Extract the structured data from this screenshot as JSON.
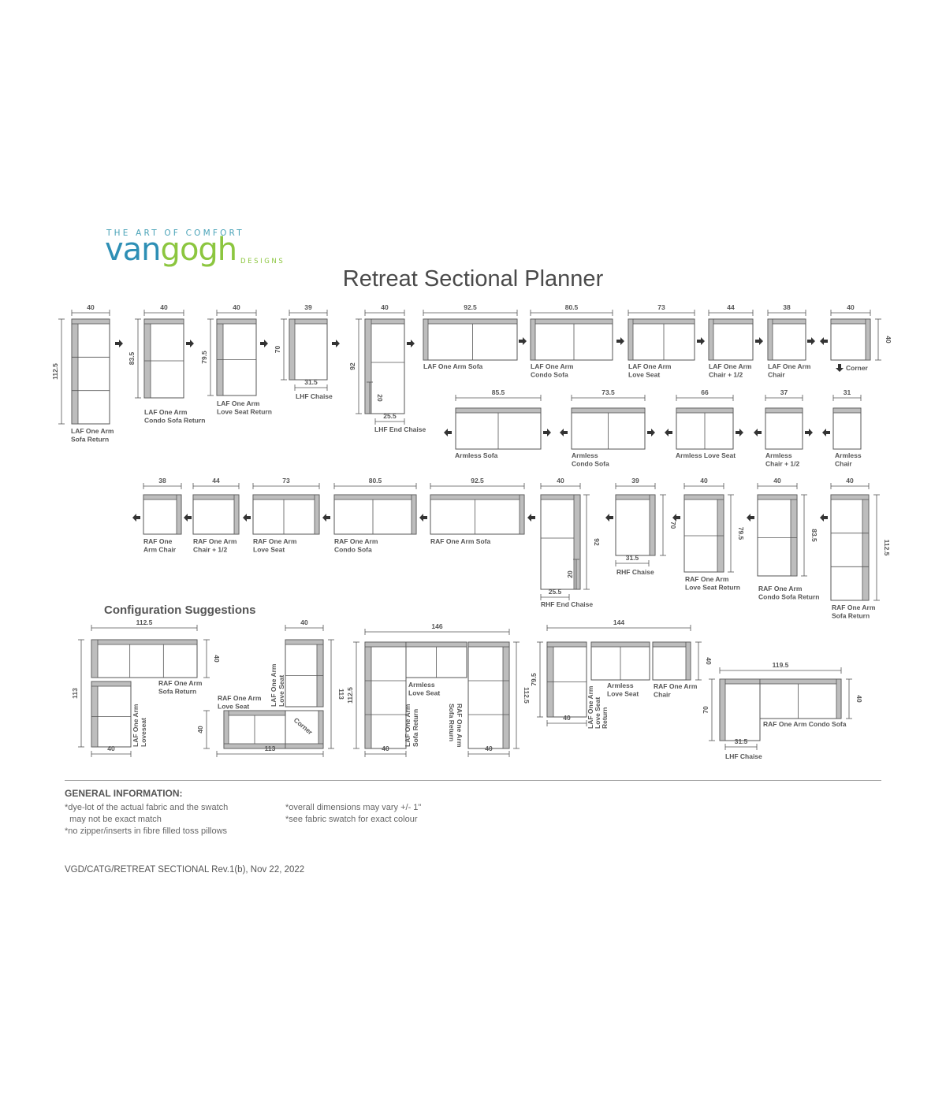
{
  "brand": {
    "tagline": "THE ART OF COMFORT",
    "name_part1": "van",
    "name_part2": "gogh",
    "sub": "DESIGNS",
    "colors": {
      "van": "#2e8fb5",
      "gogh": "#8cc63f",
      "tagline": "#4aa3b8"
    }
  },
  "page_title": "Retreat Sectional Planner",
  "config_title": "Configuration Suggestions",
  "pieces_row1": [
    {
      "name": "LAF One Arm Sofa Return",
      "width": "40",
      "depth": "112.5"
    },
    {
      "name": "LAF One Arm Condo Sofa Return",
      "width": "40",
      "depth": "83.5"
    },
    {
      "name": "LAF One Arm Love Seat Return",
      "width": "40",
      "depth": "79.5"
    },
    {
      "name": "LHF Chaise",
      "width": "39",
      "depth": "70",
      "seat": "31.5"
    },
    {
      "name": "LHF End Chaise",
      "width": "40",
      "depth": "92",
      "seat": "25.5",
      "inner": "20"
    },
    {
      "name": "LAF One Arm Sofa",
      "width": "92.5"
    },
    {
      "name": "LAF One Arm Condo Sofa",
      "width": "80.5"
    },
    {
      "name": "LAF One Arm Love Seat",
      "width": "73"
    },
    {
      "name": "LAF One Arm Chair + 1/2",
      "width": "44"
    },
    {
      "name": "LAF One Arm Chair",
      "width": "38"
    },
    {
      "name": "Corner",
      "width": "40",
      "depth": "40"
    }
  ],
  "pieces_armless": [
    {
      "name": "Armless Sofa",
      "width": "85.5"
    },
    {
      "name": "Armless Condo Sofa",
      "width": "73.5"
    },
    {
      "name": "Armless Love Seat",
      "width": "66"
    },
    {
      "name": "Armless Chair + 1/2",
      "width": "37"
    },
    {
      "name": "Armless Chair",
      "width": "31"
    }
  ],
  "pieces_raf": [
    {
      "name": "RAF One Arm Chair",
      "width": "38"
    },
    {
      "name": "RAF One Arm Chair + 1/2",
      "width": "44"
    },
    {
      "name": "RAF One Arm Love Seat",
      "width": "73"
    },
    {
      "name": "RAF One Arm Condo Sofa",
      "width": "80.5"
    },
    {
      "name": "RAF One Arm Sofa",
      "width": "92.5"
    },
    {
      "name": "RHF End Chaise",
      "width": "40",
      "depth": "92",
      "seat": "25.5",
      "inner": "20"
    },
    {
      "name": "RHF Chaise",
      "width": "39",
      "depth": "70",
      "seat": "31.5"
    },
    {
      "name": "RAF One Arm Love Seat Return",
      "width": "40",
      "depth": "79.5"
    },
    {
      "name": "RAF One Arm Condo Sofa Return",
      "width": "40",
      "depth": "83.5"
    },
    {
      "name": "RAF One Arm Sofa Return",
      "width": "40",
      "depth": "112.5"
    }
  ],
  "configs": [
    {
      "dims": [
        "112.5",
        "40",
        "113",
        "40"
      ],
      "labels": [
        "RAF One Arm Sofa Return",
        "LAF One Arm Loveseat"
      ]
    },
    {
      "dims": [
        "40",
        "113",
        "40",
        "113"
      ],
      "labels": [
        "LAF One Arm Love Seat",
        "RAF One Arm Love Seat",
        "Corner"
      ]
    },
    {
      "dims": [
        "146",
        "112.5",
        "112.5",
        "40",
        "40"
      ],
      "labels": [
        "Armless Love Seat",
        "LAF One Arm Sofa Return",
        "RAF One Arm Sofa Return"
      ]
    },
    {
      "dims": [
        "144",
        "79.5",
        "40",
        "40"
      ],
      "labels": [
        "Armless Love Seat",
        "RAF One Arm Chair",
        "LAF One Arm Love Seat Return"
      ]
    },
    {
      "dims": [
        "119.5",
        "40",
        "70",
        "31.5"
      ],
      "labels": [
        "RAF One Arm Condo Sofa",
        "LHF Chaise"
      ]
    }
  ],
  "general_info": {
    "title": "GENERAL INFORMATION:",
    "col1": "*dye-lot of the actual fabric and the swatch\n  may not be exact match\n*no zipper/inserts in fibre filled toss pillows",
    "col2": "*overall dimensions may vary +/- 1\"\n*see fabric swatch for exact colour"
  },
  "footer": "VGD/CATG/RETREAT SECTIONAL Rev.1(b), Nov 22, 2022"
}
